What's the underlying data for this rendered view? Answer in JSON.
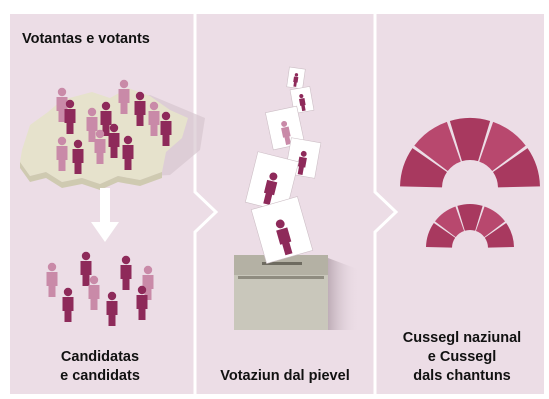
{
  "panels": [
    {
      "id": "voters",
      "caption": "Votantas e votants"
    },
    {
      "id": "candidates",
      "caption_line1": "Candidatas",
      "caption_line2": "e candidats"
    },
    {
      "id": "vote",
      "caption": "Votaziun dal pievel"
    },
    {
      "id": "parliament",
      "caption_line1": "Cussegl naziunal",
      "caption_line2": "e Cussegl",
      "caption_line3": "dals chantuns"
    }
  ],
  "colors": {
    "background": "#ecdde6",
    "separator": "#ffffff",
    "map": "#e6e2cc",
    "person_dark": "#8e2a5a",
    "person_light": "#c98aa8",
    "box": "#c9c7bb",
    "box_top": "#b4b1a4",
    "arrow": "#ffffff"
  },
  "icons": [
    "switzerland-map-icon",
    "down-arrow-icon",
    "person-icon",
    "ballot-box-icon",
    "ballot-paper-icon",
    "hemicycle-icon"
  ]
}
